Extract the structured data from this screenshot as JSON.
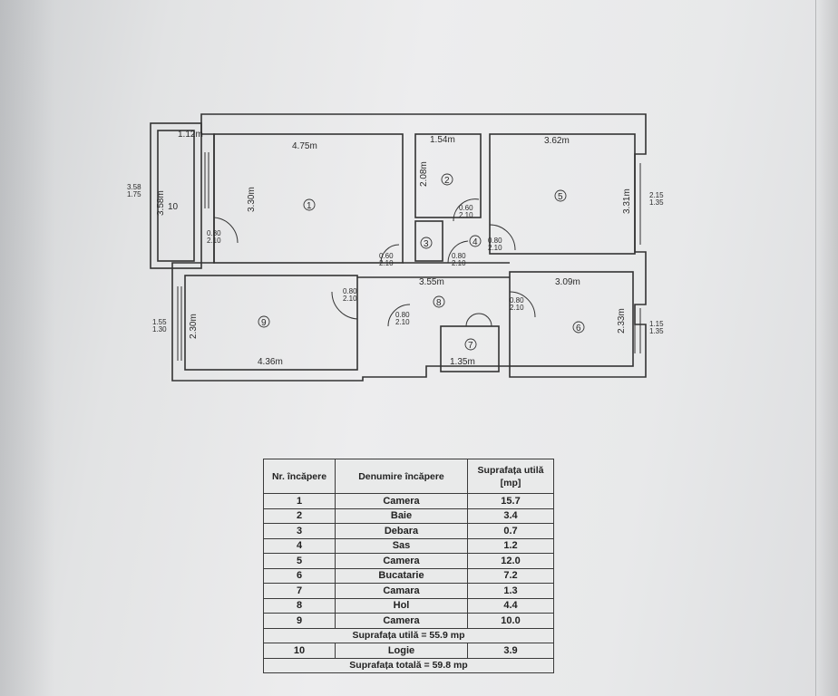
{
  "rooms_plan": [
    {
      "num": "1",
      "width": "4.75m",
      "height": "3.30m"
    },
    {
      "num": "2",
      "width": "1.54m",
      "height": "2.08m"
    },
    {
      "num": "3"
    },
    {
      "num": "4"
    },
    {
      "num": "5",
      "width": "3.62m",
      "height": "3.31m",
      "window_a": "2.15",
      "window_b": "1.35"
    },
    {
      "num": "6",
      "width": "3.09m",
      "height": "2.33m",
      "window_a": "1.15",
      "window_b": "1.35"
    },
    {
      "num": "7",
      "width": "1.35m"
    },
    {
      "num": "8",
      "width": "3.55m"
    },
    {
      "num": "9",
      "width": "4.36m",
      "height": "2.30m",
      "window_a": "1.55",
      "window_b": "1.30"
    },
    {
      "num": "10",
      "width": "1.12m",
      "height": "3.58m",
      "window_a": "3.58",
      "window_b": "1.75"
    }
  ],
  "doors": [
    "0.80\n2.10",
    "0.60\n2.10",
    "0.60\n2.10",
    "0.80\n2.10",
    "0.80\n2.10",
    "0.80\n2.10",
    "0.80\n2.10",
    "0.80\n2.10"
  ],
  "table": {
    "headers": [
      "Nr. încăpere",
      "Denumire încăpere",
      "Suprafața utilă [mp]"
    ],
    "rows": [
      {
        "nr": "1",
        "name": "Camera",
        "area": "15.7"
      },
      {
        "nr": "2",
        "name": "Baie",
        "area": "3.4"
      },
      {
        "nr": "3",
        "name": "Debara",
        "area": "0.7"
      },
      {
        "nr": "4",
        "name": "Sas",
        "area": "1.2"
      },
      {
        "nr": "5",
        "name": "Camera",
        "area": "12.0"
      },
      {
        "nr": "6",
        "name": "Bucatarie",
        "area": "7.2"
      },
      {
        "nr": "7",
        "name": "Camara",
        "area": "1.3"
      },
      {
        "nr": "8",
        "name": "Hol",
        "area": "4.4"
      },
      {
        "nr": "9",
        "name": "Camera",
        "area": "10.0"
      }
    ],
    "useful_total": "Suprafața utilă = 55.9 mp",
    "extra_row": {
      "nr": "10",
      "name": "Logie",
      "area": "3.9"
    },
    "grand_total": "Suprafața totală = 59.8 mp"
  }
}
